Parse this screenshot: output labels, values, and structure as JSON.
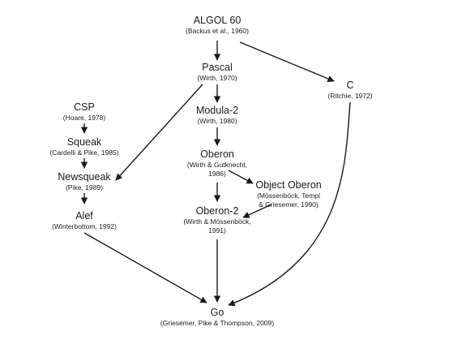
{
  "nodes": {
    "algol60": {
      "name": "ALGOL 60",
      "sub": [
        "(Backus et al., 1960)"
      ]
    },
    "pascal": {
      "name": "Pascal",
      "sub": [
        "(Wirth, 1970)"
      ]
    },
    "c": {
      "name": "C",
      "sub": [
        "(Ritchie, 1972)"
      ]
    },
    "csp": {
      "name": "CSP",
      "sub": [
        "(Hoare, 1978)"
      ]
    },
    "modula2": {
      "name": "Modula-2",
      "sub": [
        "(Wirth, 1980)"
      ]
    },
    "squeak": {
      "name": "Squeak",
      "sub": [
        "(Cardelli & Pike, 1985)"
      ]
    },
    "oberon": {
      "name": "Oberon",
      "sub": [
        "(Wirth & Gutknecht,",
        "1986)"
      ]
    },
    "newsqueak": {
      "name": "Newsqueak",
      "sub": [
        "(Pike, 1989)"
      ]
    },
    "object_oberon": {
      "name": "Object Oberon",
      "sub": [
        "(Mössenböck, Templ",
        "& Griesemer, 1990)"
      ]
    },
    "oberon2": {
      "name": "Oberon-2",
      "sub": [
        "(Wirth & Mössenböck,",
        "1991)"
      ]
    },
    "alef": {
      "name": "Alef",
      "sub": [
        "(Winterbottom, 1992)"
      ]
    },
    "go": {
      "name": "Go",
      "sub": [
        "(Griesemer, Pike & Thompson, 2009)"
      ]
    }
  },
  "colors": {
    "edge": "#1a1a1a",
    "text": "#1a1a1a",
    "background": "#ffffff"
  }
}
